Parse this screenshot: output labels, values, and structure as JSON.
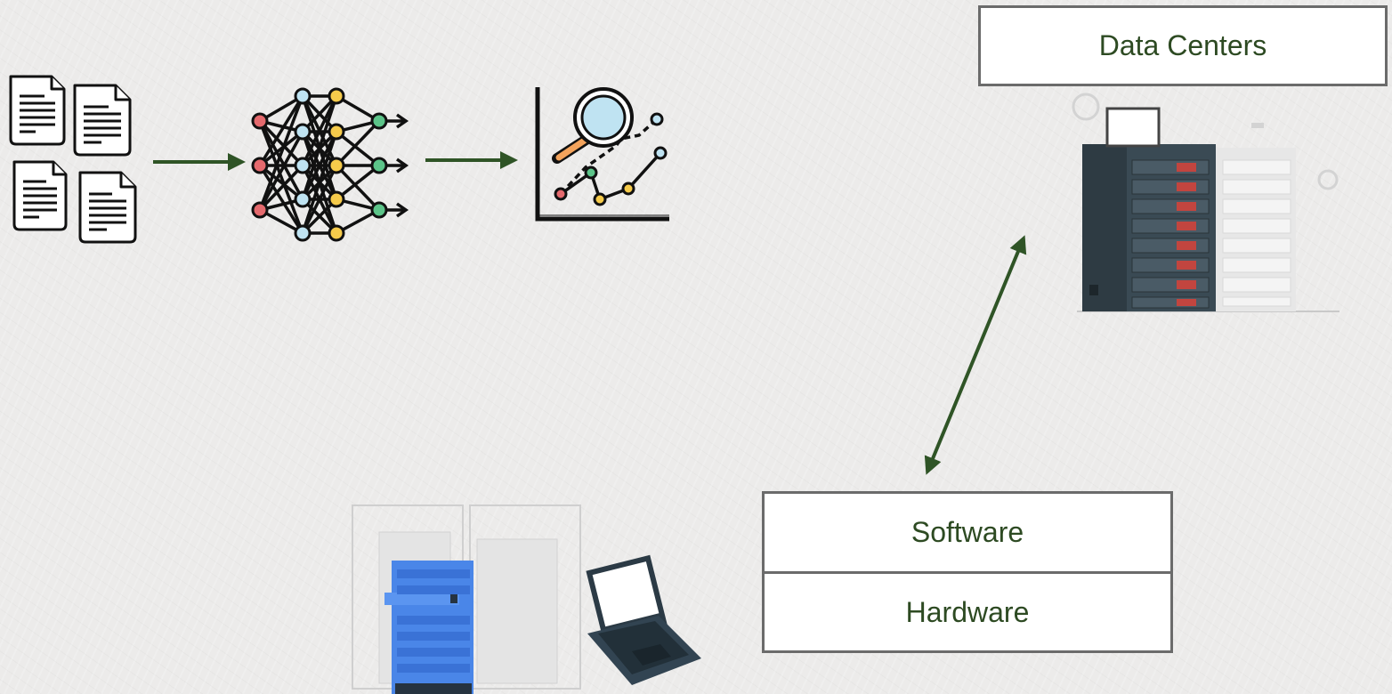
{
  "labels": {
    "data_centers": "Data Centers",
    "software": "Software",
    "hardware": "Hardware"
  },
  "colors": {
    "arrow": "#2f5426",
    "box_border": "#6b6b6b",
    "label_text": "#2d4a22",
    "background": "#ecebea"
  },
  "icons": [
    "document-stack-icon",
    "neural-network-icon",
    "data-analysis-chart-icon",
    "data-center-server-icon",
    "server-laptop-icon"
  ]
}
